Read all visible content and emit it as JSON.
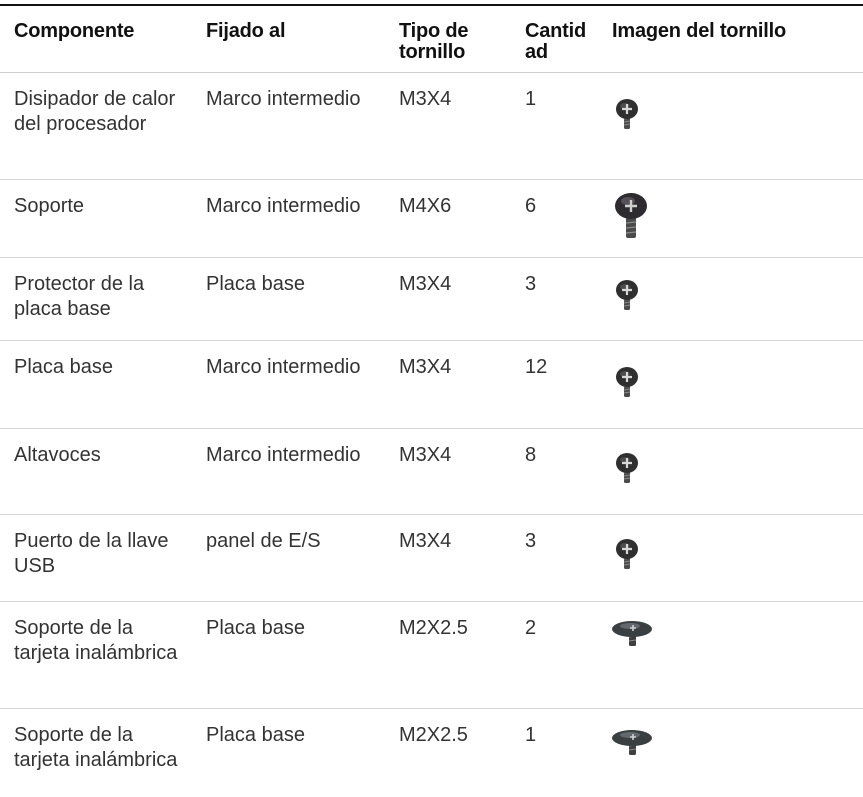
{
  "table": {
    "headers": [
      "Componente",
      "Fijado al",
      "Tipo de tornillo",
      "Cantidad",
      "Imagen del tornillo"
    ],
    "header_lines": {
      "type": [
        "Tipo de",
        "tornillo"
      ],
      "qty": [
        "Cantid",
        "ad"
      ]
    },
    "rows": [
      {
        "component": "Disipador de calor del procesador",
        "fixed_to": "Marco intermedio",
        "screw_type": "M3X4",
        "quantity": "1",
        "icon": "screw-m3x4-icon"
      },
      {
        "component": "Soporte",
        "fixed_to": "Marco intermedio",
        "screw_type": "M4X6",
        "quantity": "6",
        "icon": "screw-m4x6-icon"
      },
      {
        "component": "Protector de la placa base",
        "fixed_to": "Placa base",
        "screw_type": "M3X4",
        "quantity": "3",
        "icon": "screw-m3x4-icon"
      },
      {
        "component": "Placa base",
        "fixed_to": "Marco intermedio",
        "screw_type": "M3X4",
        "quantity": "12",
        "icon": "screw-m3x4-icon"
      },
      {
        "component": "Altavoces",
        "fixed_to": "Marco intermedio",
        "screw_type": "M3X4",
        "quantity": "8",
        "icon": "screw-m3x4-icon"
      },
      {
        "component": "Puerto de la llave USB",
        "fixed_to": "panel de E/S",
        "screw_type": "M3X4",
        "quantity": "3",
        "icon": "screw-m3x4-icon"
      },
      {
        "component": "Soporte de la tarjeta inalámbrica",
        "fixed_to": "Placa base",
        "screw_type": "M2X2.5",
        "quantity": "2",
        "icon": "screw-m2x2.5-icon"
      },
      {
        "component": "Soporte de la tarjeta inalámbrica",
        "fixed_to": "Placa base",
        "screw_type": "M2X2.5",
        "quantity": "1",
        "icon": "screw-m2x2.5-icon"
      }
    ]
  }
}
